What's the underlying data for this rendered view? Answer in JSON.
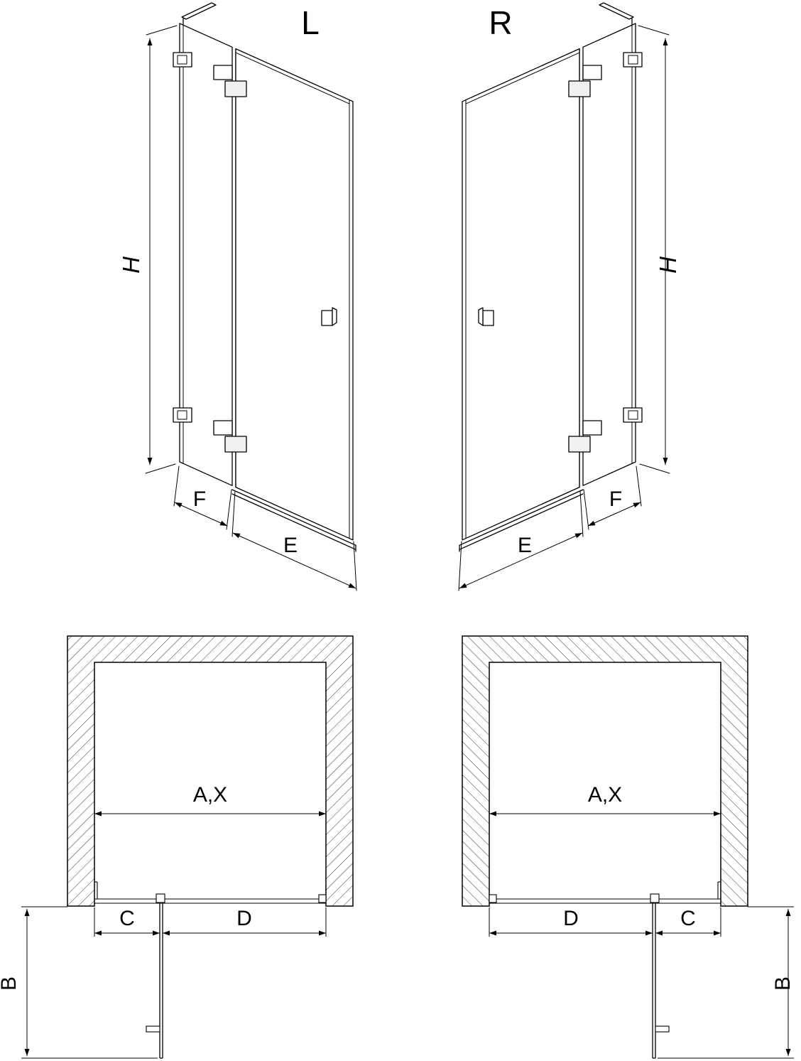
{
  "perspective": {
    "left": {
      "variant": "L",
      "height": "H",
      "fixed_width": "F",
      "door_width": "E"
    },
    "right": {
      "variant": "R",
      "height": "H",
      "fixed_width": "F",
      "door_width": "E"
    }
  },
  "plan": {
    "left": {
      "opening": "A,X",
      "depth": "B",
      "segment_c": "C",
      "segment_d": "D"
    },
    "right": {
      "opening": "A,X",
      "depth": "B",
      "segment_c": "C",
      "segment_d": "D"
    }
  },
  "colors": {
    "line_color": "#000000",
    "background": "#ffffff"
  }
}
